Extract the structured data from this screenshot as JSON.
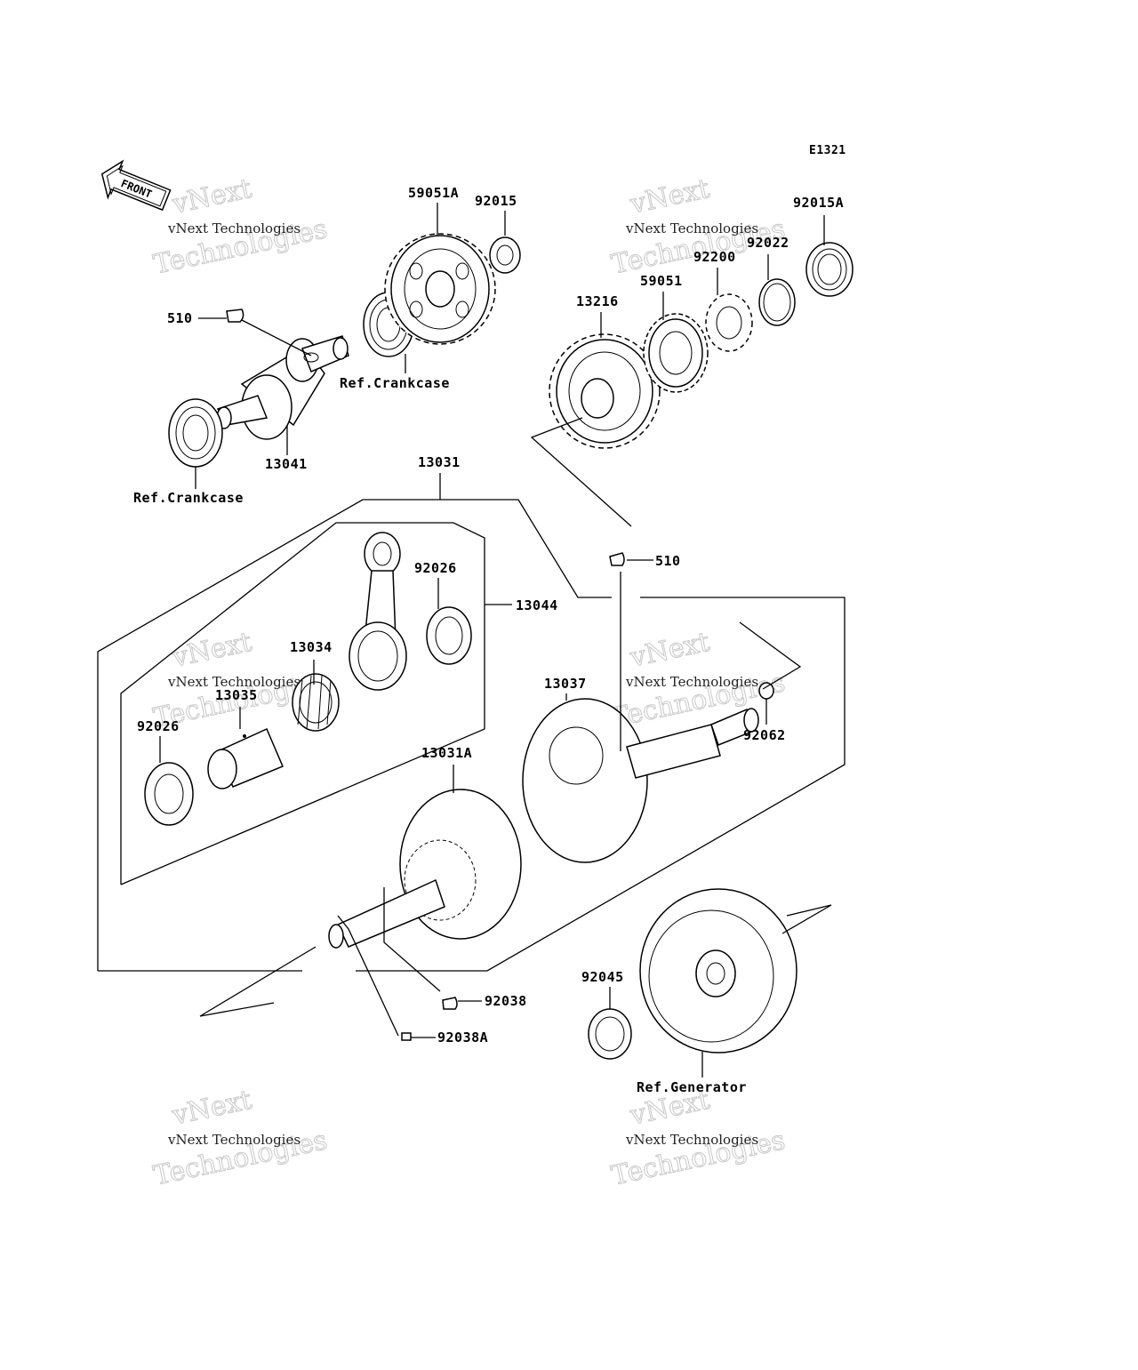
{
  "diagram_code": "E1321",
  "front_label": "FRONT",
  "watermark": {
    "line1": "vNext Technologies",
    "line2": "vNext Technologies"
  },
  "parts": {
    "p59051A": "59051A",
    "p92015": "92015",
    "p92015A": "92015A",
    "p92022": "92022",
    "p92200": "92200",
    "p59051": "59051",
    "p13216": "13216",
    "p510_top": "510",
    "ref_crankcase_top": "Ref.Crankcase",
    "p13041": "13041",
    "ref_crankcase_bottom": "Ref.Crankcase",
    "p13031": "13031",
    "p510_mid": "510",
    "p92026_top": "92026",
    "p13044": "13044",
    "p13034": "13034",
    "p13035": "13035",
    "p92026_bottom": "92026",
    "p13037": "13037",
    "p92062": "92062",
    "p13031A": "13031A",
    "p92045": "92045",
    "p92038": "92038",
    "p92038A": "92038A",
    "ref_generator": "Ref.Generator"
  }
}
